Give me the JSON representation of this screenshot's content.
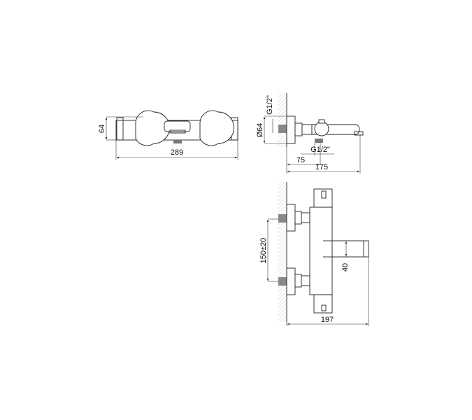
{
  "top_view": {
    "width_label": "289",
    "height_label": "64"
  },
  "side_view": {
    "thread_top_label": "G1/2\"",
    "diameter_label": "Ø64",
    "thread_bottom_label": "G1/2\"",
    "dim_short_label": "75",
    "dim_long_label": "175"
  },
  "front_view": {
    "spacing_label": "150±20",
    "spout_label": "40",
    "depth_label": "197"
  },
  "colors": {
    "line": "#222222",
    "hatch": "#999999",
    "fitting": "#888888"
  }
}
